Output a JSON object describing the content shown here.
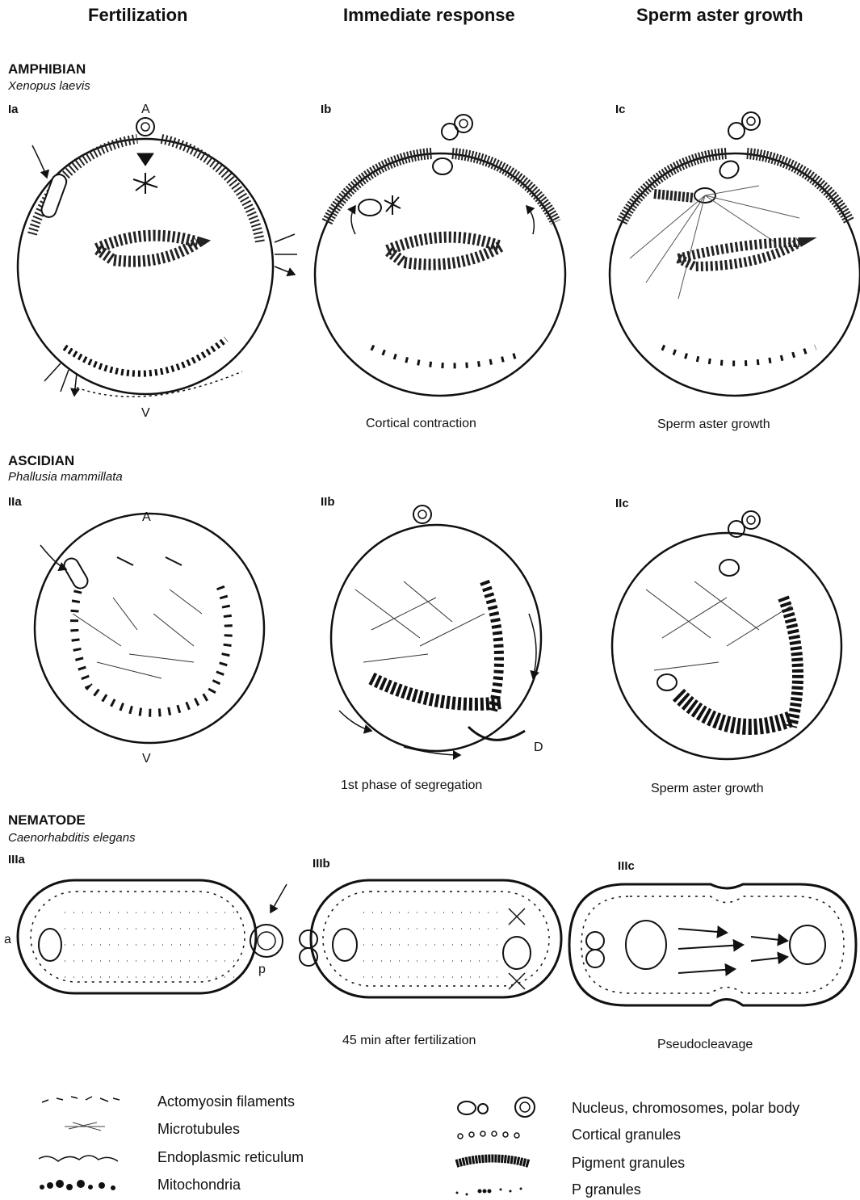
{
  "columns": [
    "Fertilization",
    "Immediate response",
    "Sperm aster growth"
  ],
  "rows": [
    {
      "group": "AMPHIBIAN",
      "species": "Xenopus laevis",
      "panels": [
        {
          "label": "Ia",
          "caption": ""
        },
        {
          "label": "Ib",
          "caption": "Cortical contraction"
        },
        {
          "label": "Ic",
          "caption": "Sperm aster growth"
        }
      ]
    },
    {
      "group": "ASCIDIAN",
      "species": "Phallusia mammillata",
      "panels": [
        {
          "label": "IIa",
          "caption": ""
        },
        {
          "label": "IIb",
          "caption": "1st phase of segregation"
        },
        {
          "label": "IIc",
          "caption": "Sperm aster growth"
        }
      ]
    },
    {
      "group": "NEMATODE",
      "species": "Caenorhabditis elegans",
      "panels": [
        {
          "label": "IIIa",
          "caption": ""
        },
        {
          "label": "IIIb",
          "caption": "45 min after fertilization"
        },
        {
          "label": "IIIc",
          "caption": "Pseudocleavage"
        }
      ]
    }
  ],
  "axis_labels": {
    "amphibian_animal": "A",
    "amphibian_vegetal": "V",
    "ascidian_animal": "A",
    "ascidian_vegetal": "V",
    "ascidian_dorsal": "D",
    "nematode_anterior": "a",
    "nematode_posterior": "p"
  },
  "legend": {
    "left": [
      "Actomyosin filaments",
      "Microtubules",
      "Endoplasmic reticulum",
      "Mitochondria"
    ],
    "right": [
      "Nucleus, chromosomes, polar body",
      "Cortical granules",
      "Pigment granules",
      "P granules"
    ]
  }
}
